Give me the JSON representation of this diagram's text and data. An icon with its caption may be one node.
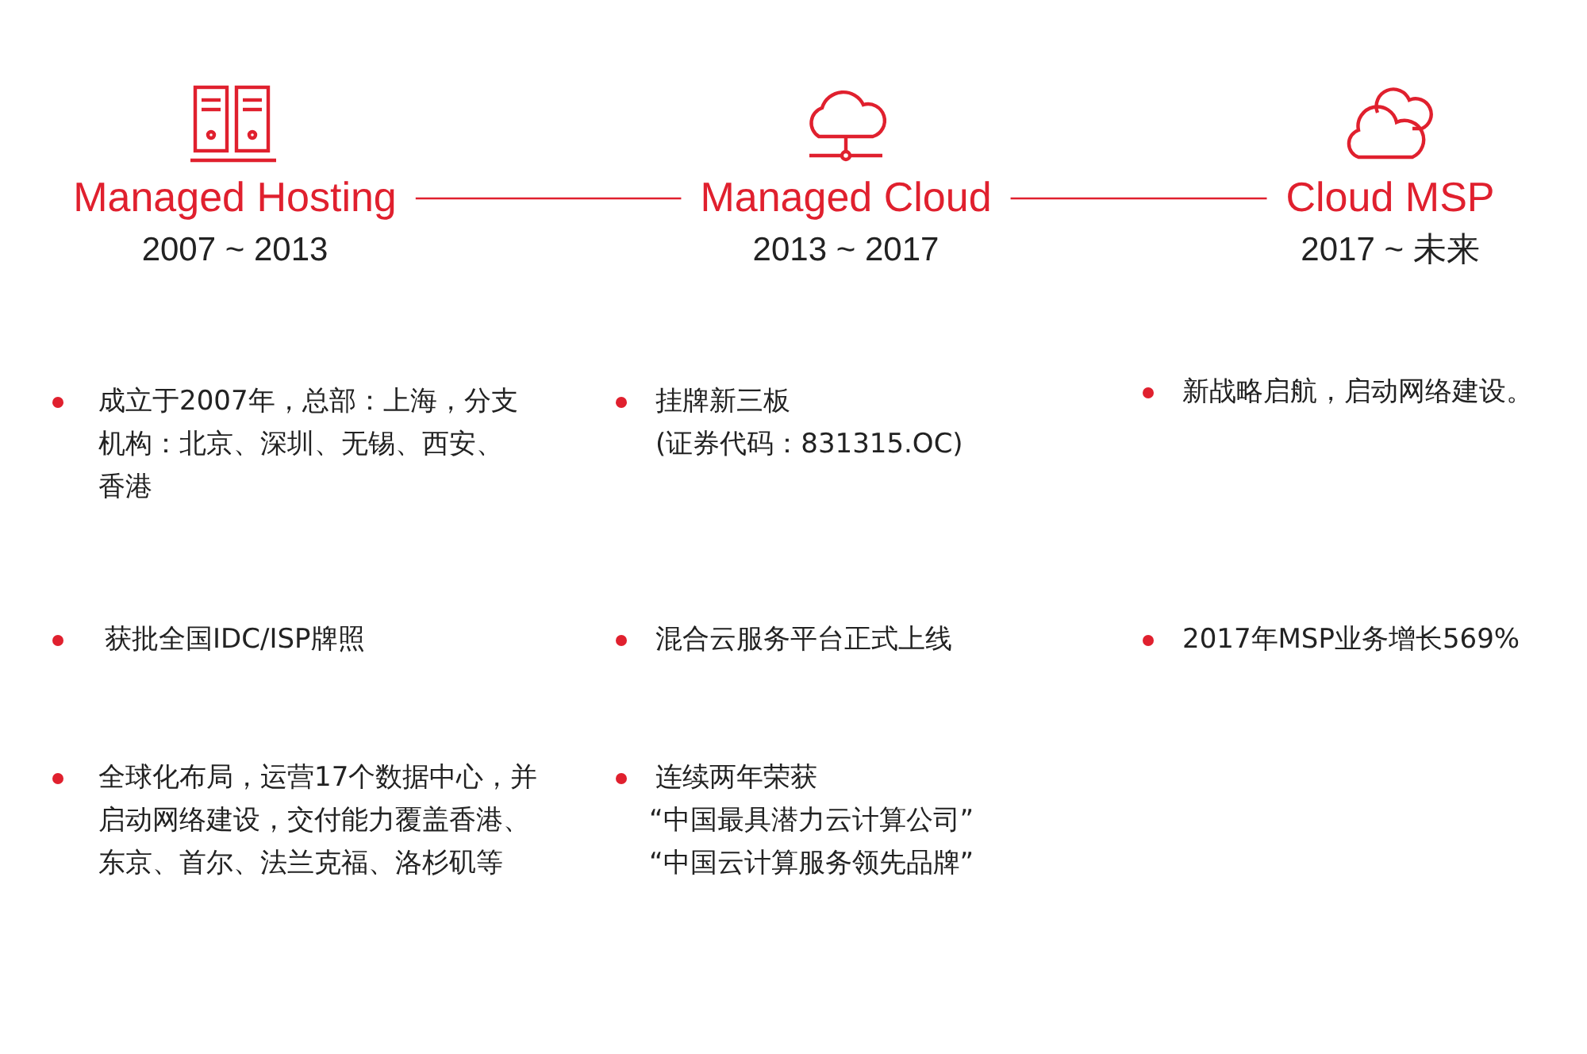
{
  "diagram": {
    "nodes": [
      {
        "text": [
          "Managed Hosting",
          "2007 ~ 2013"
        ]
      },
      {
        "text": [
          "Managed Cloud",
          "2013 ~ 2017"
        ]
      },
      {
        "text": [
          "Cloud MSP",
          "2017 ~ 未来"
        ]
      }
    ],
    "edges": [
      {
        "from": 0,
        "to": 1,
        "arrow": "none"
      },
      {
        "from": 1,
        "to": 2,
        "arrow": "none"
      }
    ],
    "labels": [
      "成立于2007年，总部：上海，分支机构：北京、深圳、无锡、西安、香港",
      "挂牌新三板",
      "(证券代码：831315.OC)",
      "新战略启航，启动网络建设。",
      "获批全国IDC/ISP牌照",
      "混合云服务平台正式上线",
      "2017年MSP业务增长569%",
      "全球化布局，运营17个数据中心，并启动网络建设，交付能力覆盖香港、东京、首尔、法兰克福、洛杉矶等",
      "连续两年荣获",
      "“中国最具潜力云计算公司”",
      "“中国云计算服务领先品牌”"
    ]
  }
}
